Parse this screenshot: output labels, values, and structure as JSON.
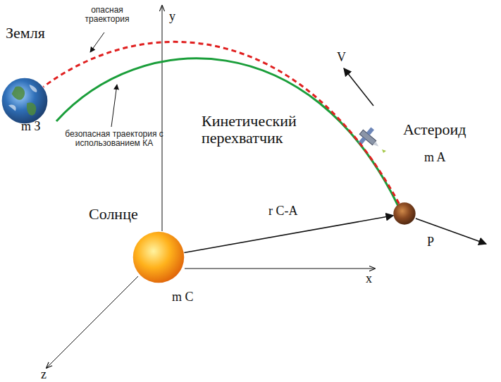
{
  "diagram": {
    "nodes": [
      {
        "text": [
          "Земля",
          "m З"
        ]
      },
      {
        "text": [
          "Астероид",
          "m A"
        ]
      },
      {
        "text": [
          "Солнце",
          "m C"
        ]
      }
    ],
    "edges": [
      {
        "from": 1,
        "to": 0,
        "arrow": "none"
      },
      {
        "from": 2,
        "to": 1,
        "arrow": "to",
        "label": "r C-A"
      }
    ],
    "labels": [
      "опасная траектория",
      "безопасная траектория с использованием КА",
      "y",
      "x",
      "z",
      "V",
      "P",
      "Кинетический перехватчик"
    ]
  }
}
